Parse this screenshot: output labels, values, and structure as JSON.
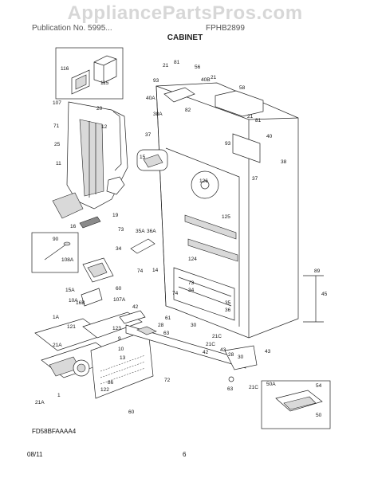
{
  "watermark": "AppliancePartsPros.com",
  "header": {
    "left": "Publication No. 5995...",
    "right": "FPHB2899",
    "section_title": "CABINET"
  },
  "model_code": "FD58BFAAAA4",
  "footer": {
    "date": "08/11",
    "page": "6"
  },
  "callouts": [
    {
      "id": "c116",
      "text": "116"
    },
    {
      "id": "c115",
      "text": "115"
    },
    {
      "id": "c107",
      "text": "107"
    },
    {
      "id": "c20",
      "text": "20"
    },
    {
      "id": "c12",
      "text": "12"
    },
    {
      "id": "c71",
      "text": "71"
    },
    {
      "id": "c25",
      "text": "25"
    },
    {
      "id": "c11",
      "text": "11"
    },
    {
      "id": "c19",
      "text": "19"
    },
    {
      "id": "c16",
      "text": "16"
    },
    {
      "id": "c21a",
      "text": "21"
    },
    {
      "id": "c81a",
      "text": "81"
    },
    {
      "id": "c56",
      "text": "56"
    },
    {
      "id": "c93a",
      "text": "93"
    },
    {
      "id": "c40b",
      "text": "40B"
    },
    {
      "id": "c21b",
      "text": "21"
    },
    {
      "id": "c58",
      "text": "58"
    },
    {
      "id": "c40a",
      "text": "40A"
    },
    {
      "id": "c82",
      "text": "82"
    },
    {
      "id": "c38a",
      "text": "38A"
    },
    {
      "id": "c21c",
      "text": "21"
    },
    {
      "id": "c81b",
      "text": "81"
    },
    {
      "id": "c37a",
      "text": "37"
    },
    {
      "id": "c93b",
      "text": "93"
    },
    {
      "id": "c40",
      "text": "40"
    },
    {
      "id": "c38",
      "text": "38"
    },
    {
      "id": "c15",
      "text": "15"
    },
    {
      "id": "c37b",
      "text": "37"
    },
    {
      "id": "c126",
      "text": "126"
    },
    {
      "id": "c125",
      "text": "125"
    },
    {
      "id": "c73a",
      "text": "73"
    },
    {
      "id": "c35a",
      "text": "35A"
    },
    {
      "id": "c36a",
      "text": "36A"
    },
    {
      "id": "c90",
      "text": "90"
    },
    {
      "id": "c34a",
      "text": "34"
    },
    {
      "id": "c108a",
      "text": "108A"
    },
    {
      "id": "c74a",
      "text": "74"
    },
    {
      "id": "c14",
      "text": "14"
    },
    {
      "id": "c124",
      "text": "124"
    },
    {
      "id": "c89",
      "text": "89"
    },
    {
      "id": "c45",
      "text": "45"
    },
    {
      "id": "c15a",
      "text": "15A"
    },
    {
      "id": "c60a",
      "text": "60"
    },
    {
      "id": "c10a",
      "text": "10A"
    },
    {
      "id": "c107a",
      "text": "107A"
    },
    {
      "id": "c16b",
      "text": "16B"
    },
    {
      "id": "c73b",
      "text": "73"
    },
    {
      "id": "c34b",
      "text": "34"
    },
    {
      "id": "c35",
      "text": "35"
    },
    {
      "id": "c36",
      "text": "36"
    },
    {
      "id": "c74b",
      "text": "74"
    },
    {
      "id": "c42a",
      "text": "42"
    },
    {
      "id": "c1a",
      "text": "1A"
    },
    {
      "id": "c61",
      "text": "61"
    },
    {
      "id": "c28a",
      "text": "28"
    },
    {
      "id": "c30a",
      "text": "30"
    },
    {
      "id": "c121",
      "text": "121"
    },
    {
      "id": "c123",
      "text": "123"
    },
    {
      "id": "c9",
      "text": "9"
    },
    {
      "id": "c63a",
      "text": "63"
    },
    {
      "id": "c21ca",
      "text": "21C"
    },
    {
      "id": "c21cb",
      "text": "21C"
    },
    {
      "id": "c42b",
      "text": "42"
    },
    {
      "id": "c43a",
      "text": "43"
    },
    {
      "id": "c28b",
      "text": "28"
    },
    {
      "id": "c30b",
      "text": "30"
    },
    {
      "id": "c43b",
      "text": "43"
    },
    {
      "id": "c21aa",
      "text": "21A"
    },
    {
      "id": "c10",
      "text": "10"
    },
    {
      "id": "c13",
      "text": "13"
    },
    {
      "id": "c72",
      "text": "72"
    },
    {
      "id": "c122",
      "text": "122"
    },
    {
      "id": "c86",
      "text": "86"
    },
    {
      "id": "c1",
      "text": "1"
    },
    {
      "id": "c21ab",
      "text": "21A"
    },
    {
      "id": "c60b",
      "text": "60"
    },
    {
      "id": "c63b",
      "text": "63"
    },
    {
      "id": "c21cc",
      "text": "21C"
    },
    {
      "id": "c50a",
      "text": "50A"
    },
    {
      "id": "c54",
      "text": "54"
    },
    {
      "id": "c50",
      "text": "50"
    }
  ]
}
